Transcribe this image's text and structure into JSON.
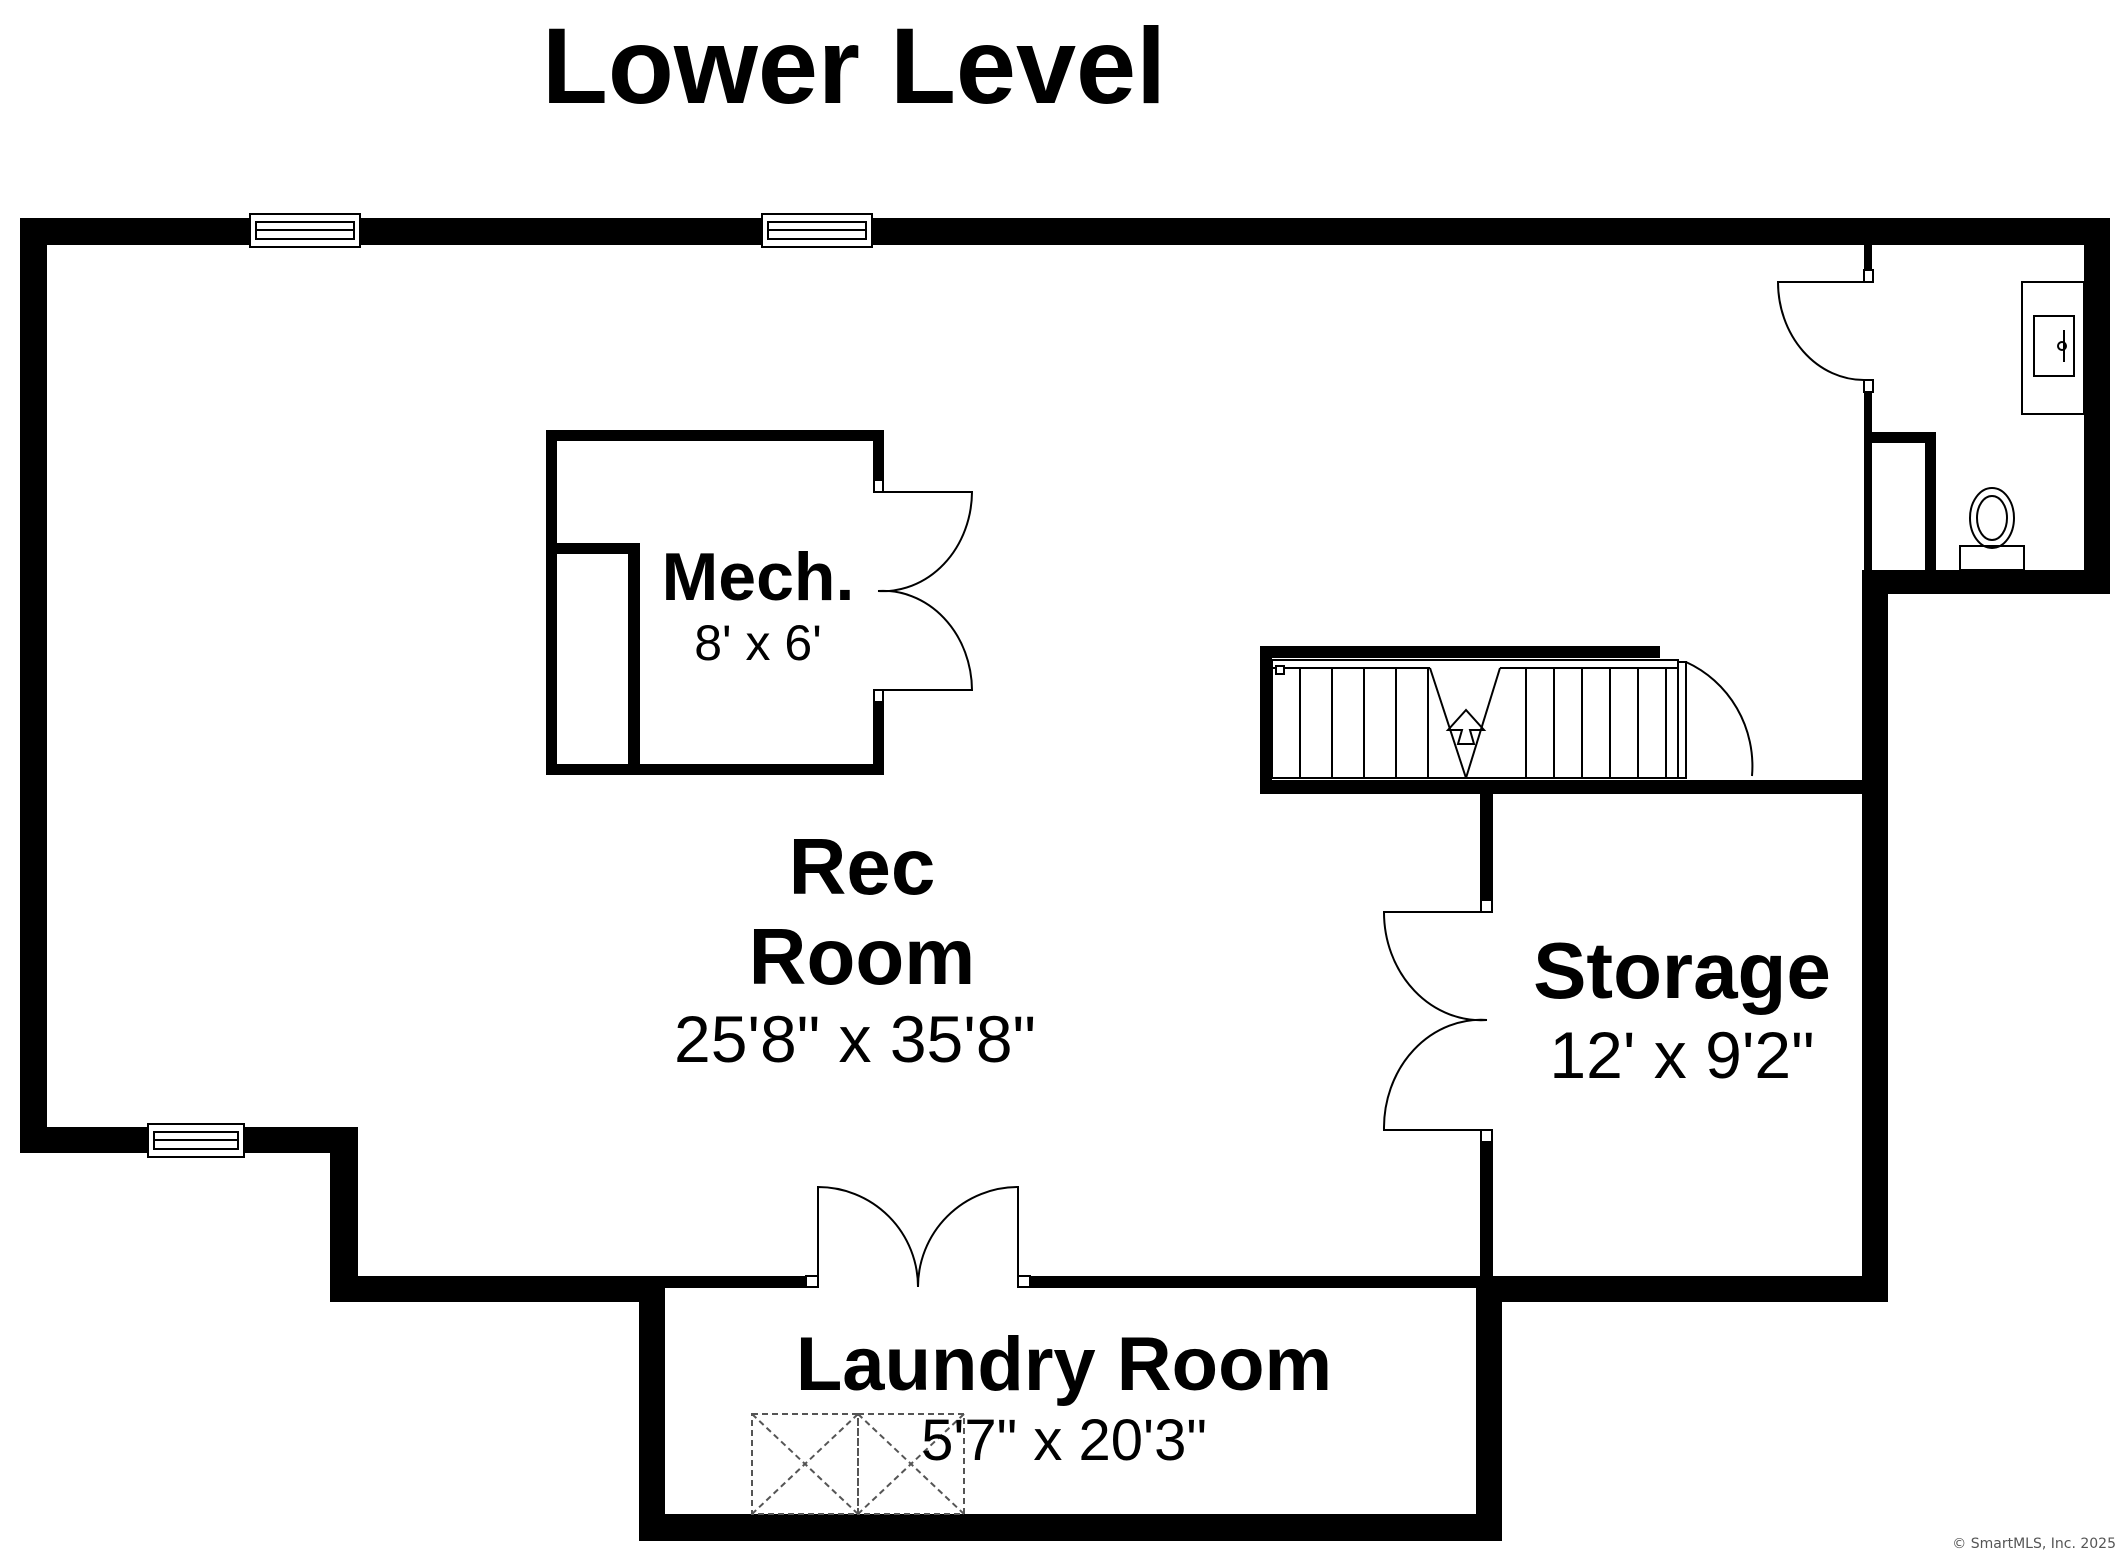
{
  "title": "Lower Level",
  "rooms": {
    "rec_room": {
      "name_line1": "Rec",
      "name_line2": "Room",
      "dimensions": "25'8\" x 35'8\""
    },
    "mech": {
      "name": "Mech.",
      "dimensions": "8' x 6'"
    },
    "storage": {
      "name": "Storage",
      "dimensions": "12' x 9'2\""
    },
    "laundry": {
      "name": "Laundry Room",
      "dimensions": "5'7\" x 20'3\""
    }
  },
  "copyright": "© SmartMLS, Inc.  2025",
  "colors": {
    "wall": "#000000",
    "background": "#ffffff",
    "window": "#cccccc"
  }
}
